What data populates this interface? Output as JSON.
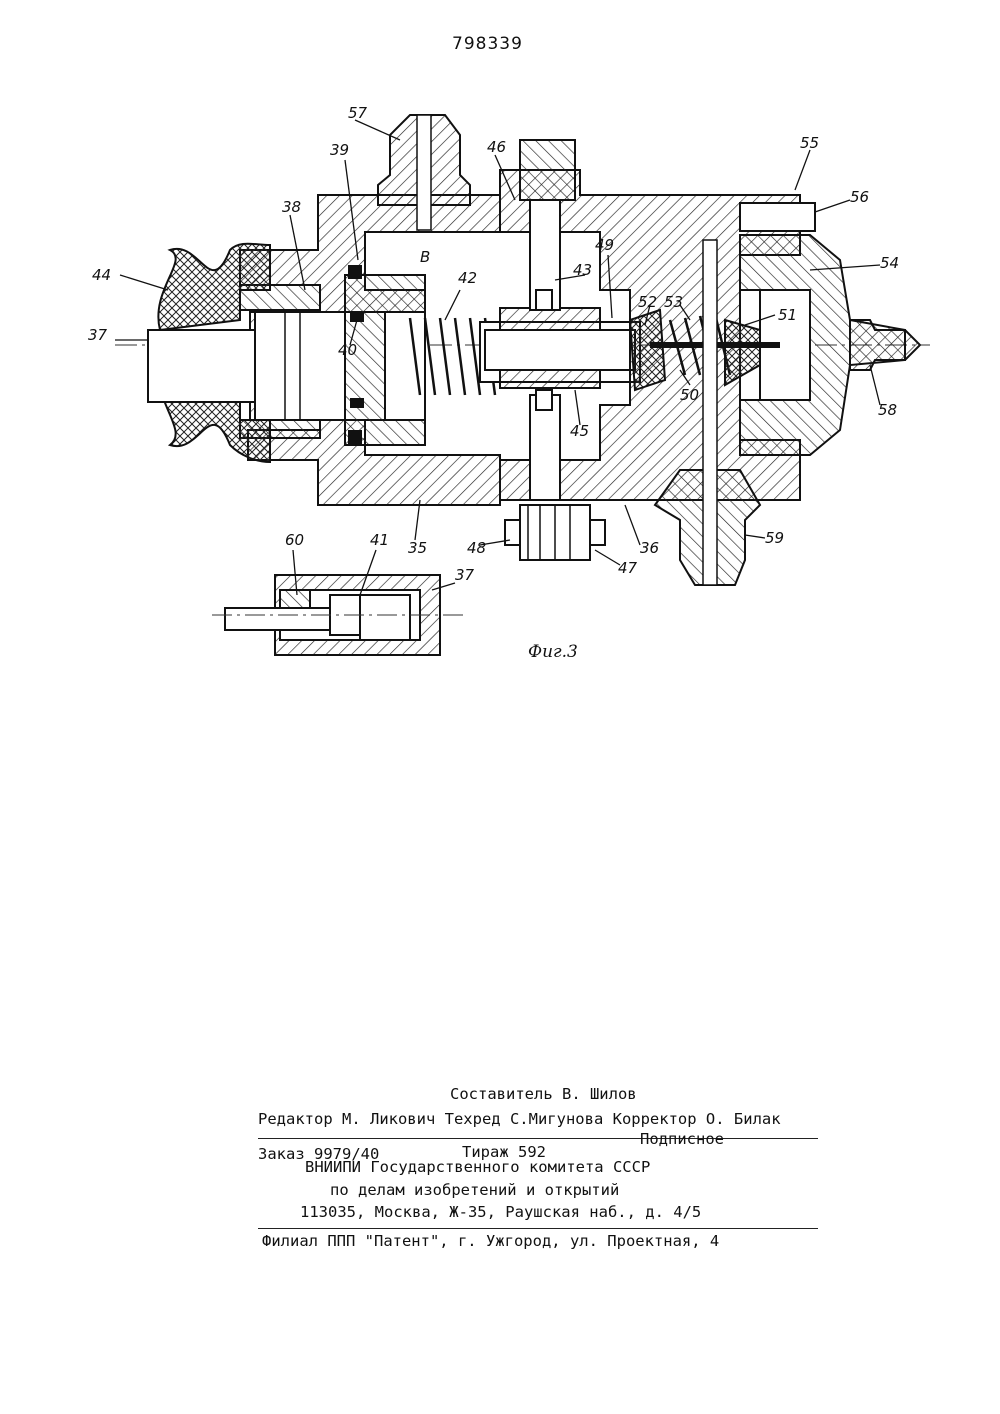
{
  "page_number": "798339",
  "figure": {
    "caption": "Фиг.3",
    "labels": [
      "57",
      "39",
      "46",
      "55",
      "56",
      "38",
      "B",
      "42",
      "43",
      "49",
      "54",
      "44",
      "52",
      "53",
      "51",
      "37",
      "40",
      "50",
      "58",
      "45",
      "35",
      "48",
      "47",
      "36",
      "59",
      "60",
      "41",
      "37"
    ]
  },
  "imprint": {
    "compiler": "Составитель В. Шилов",
    "editors": "Редактор М. Ликович  Техред С.Мигунова  Корректор О. Билак",
    "order": "Заказ 9979/40",
    "print_run": "Тираж 592",
    "subscription": "Подписное",
    "org_line1": "ВНИИПИ Государственного комитета СССР",
    "org_line2": "по делам изобретений и открытий",
    "address": "113035, Москва, Ж-35, Раушская наб., д. 4/5",
    "branch": "Филиал ППП \"Патент\", г. Ужгород, ул. Проектная, 4"
  }
}
